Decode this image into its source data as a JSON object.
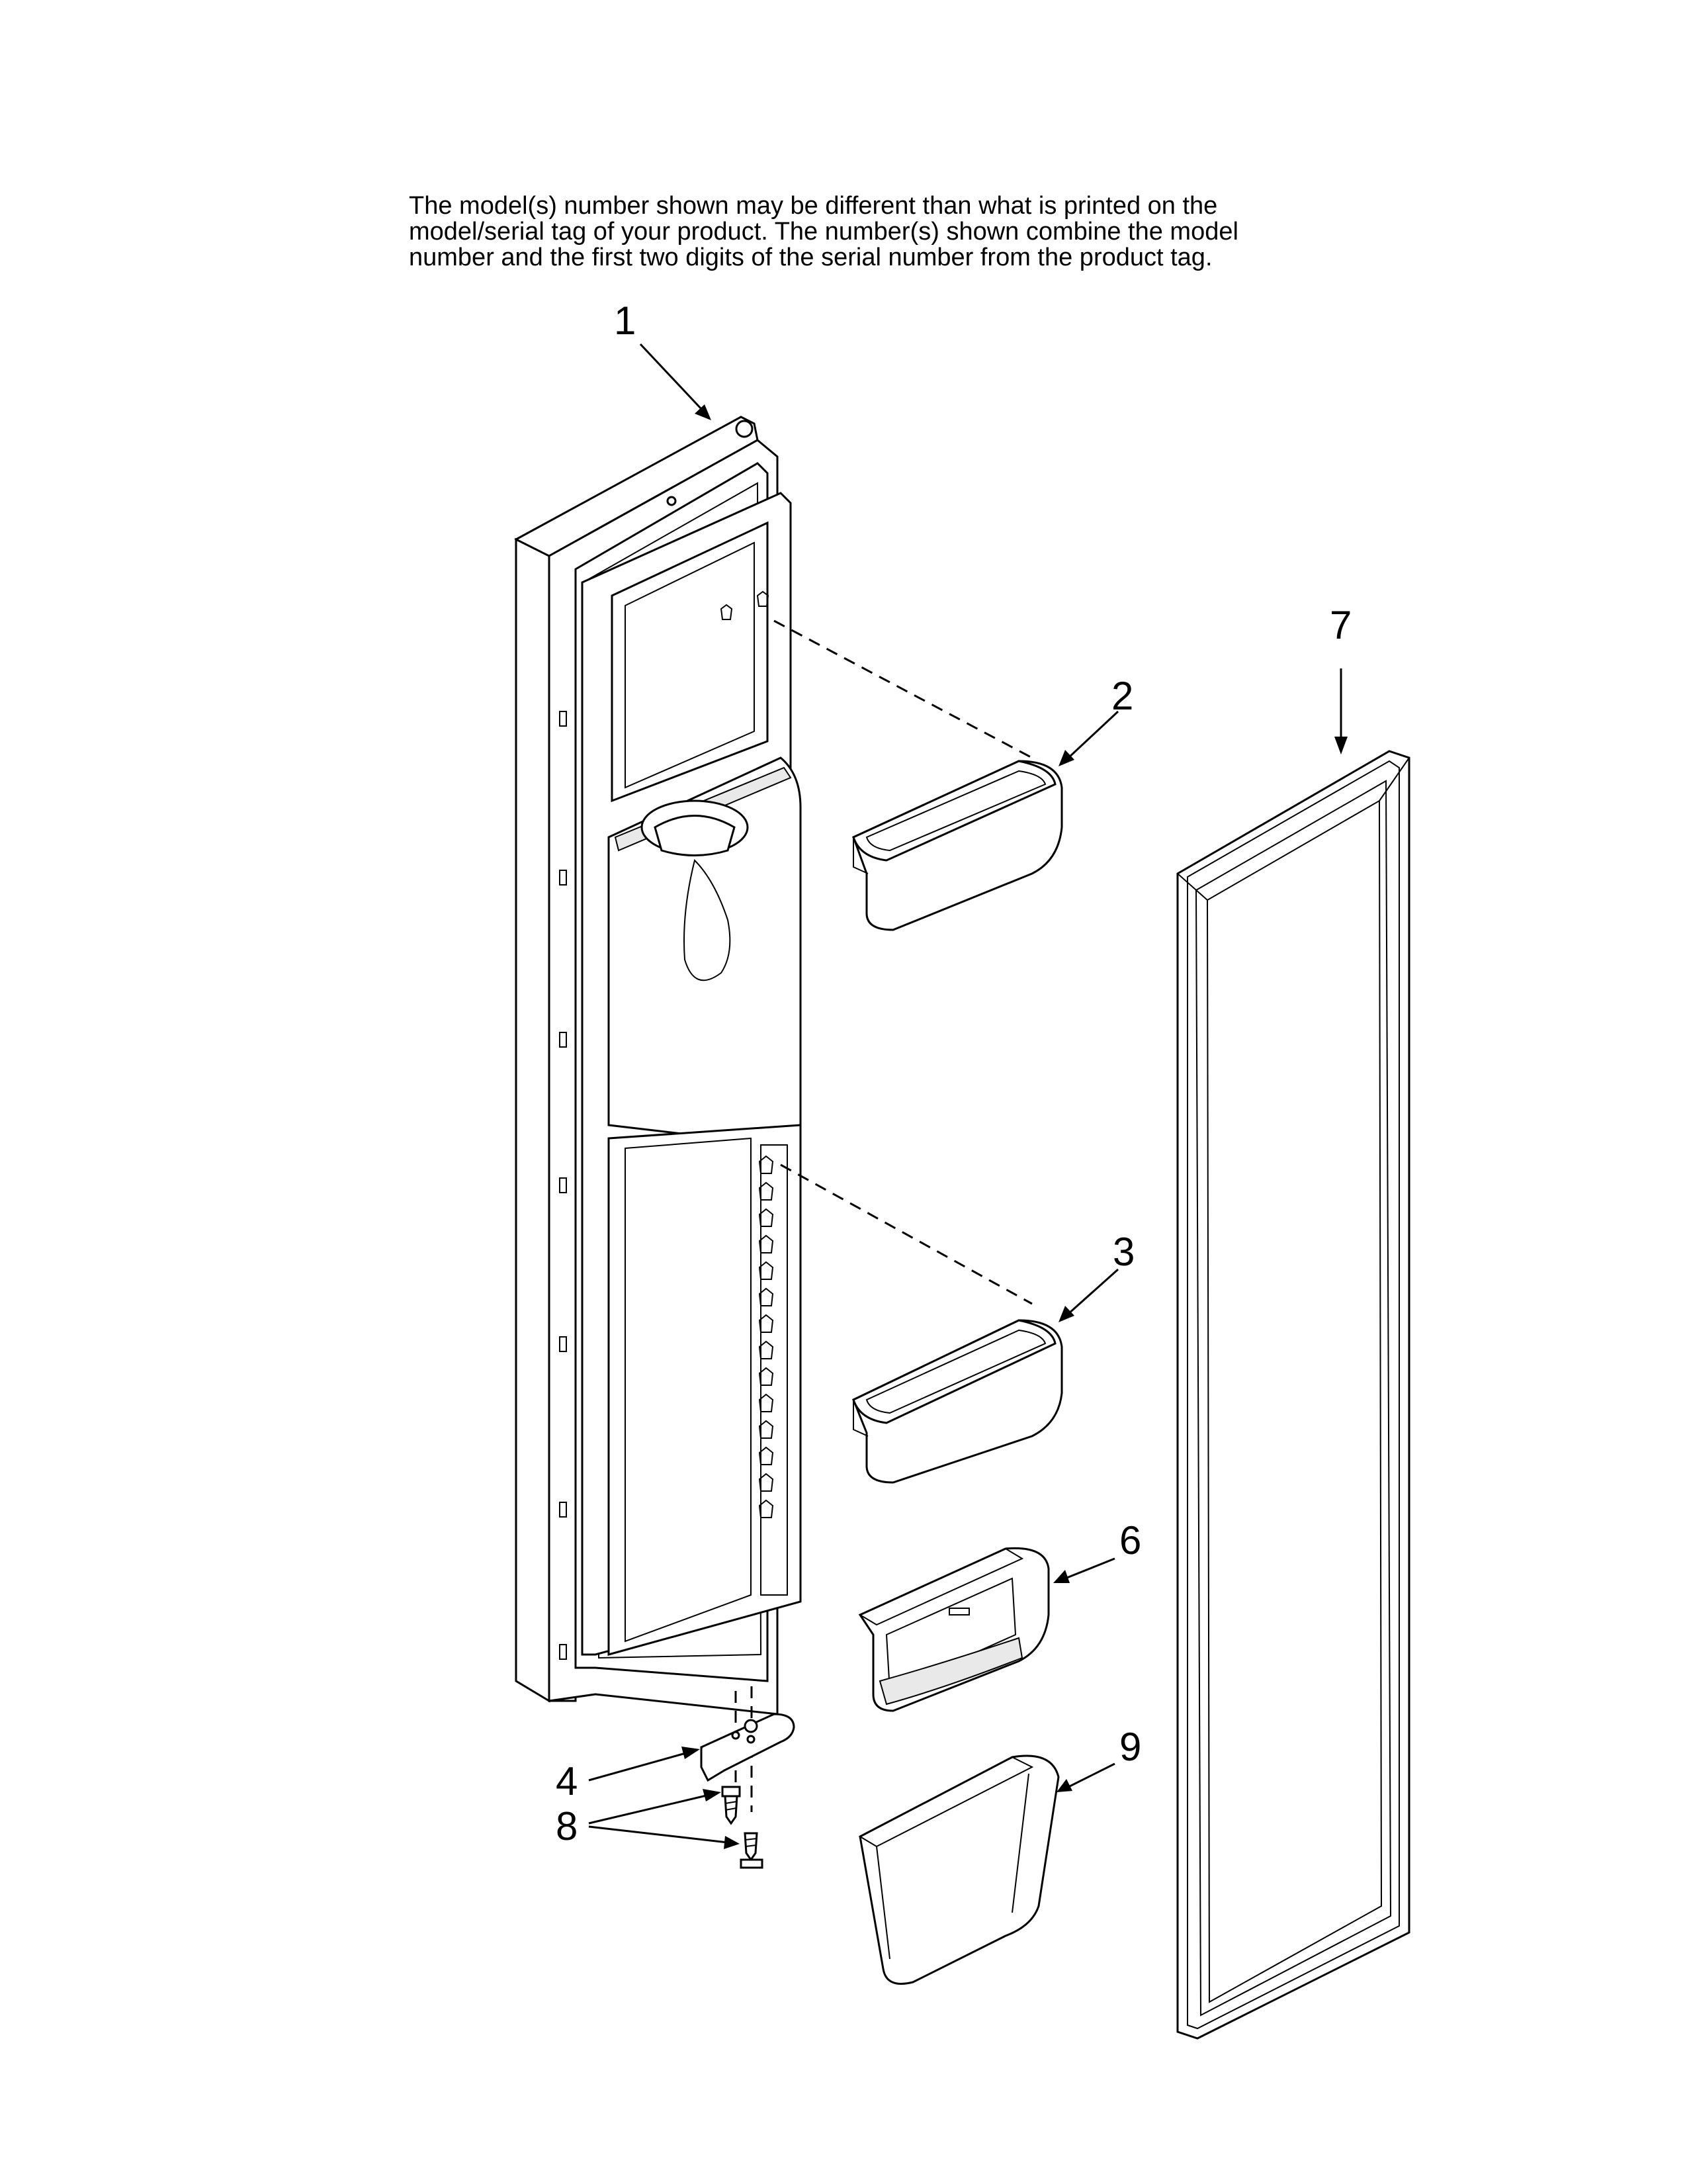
{
  "note": {
    "lines": [
      "The model(s) number shown may be different than what is printed on the",
      "model/serial tag of your product. The number(s) shown combine the model",
      "number and the first two digits of the serial number from the product tag."
    ]
  },
  "callouts": {
    "door": "1",
    "upper_bin": "2",
    "middle_bin": "3",
    "hinge_bracket": "4",
    "small_bin": "6",
    "gasket": "7",
    "screws": "8",
    "bottom_bin": "9"
  }
}
